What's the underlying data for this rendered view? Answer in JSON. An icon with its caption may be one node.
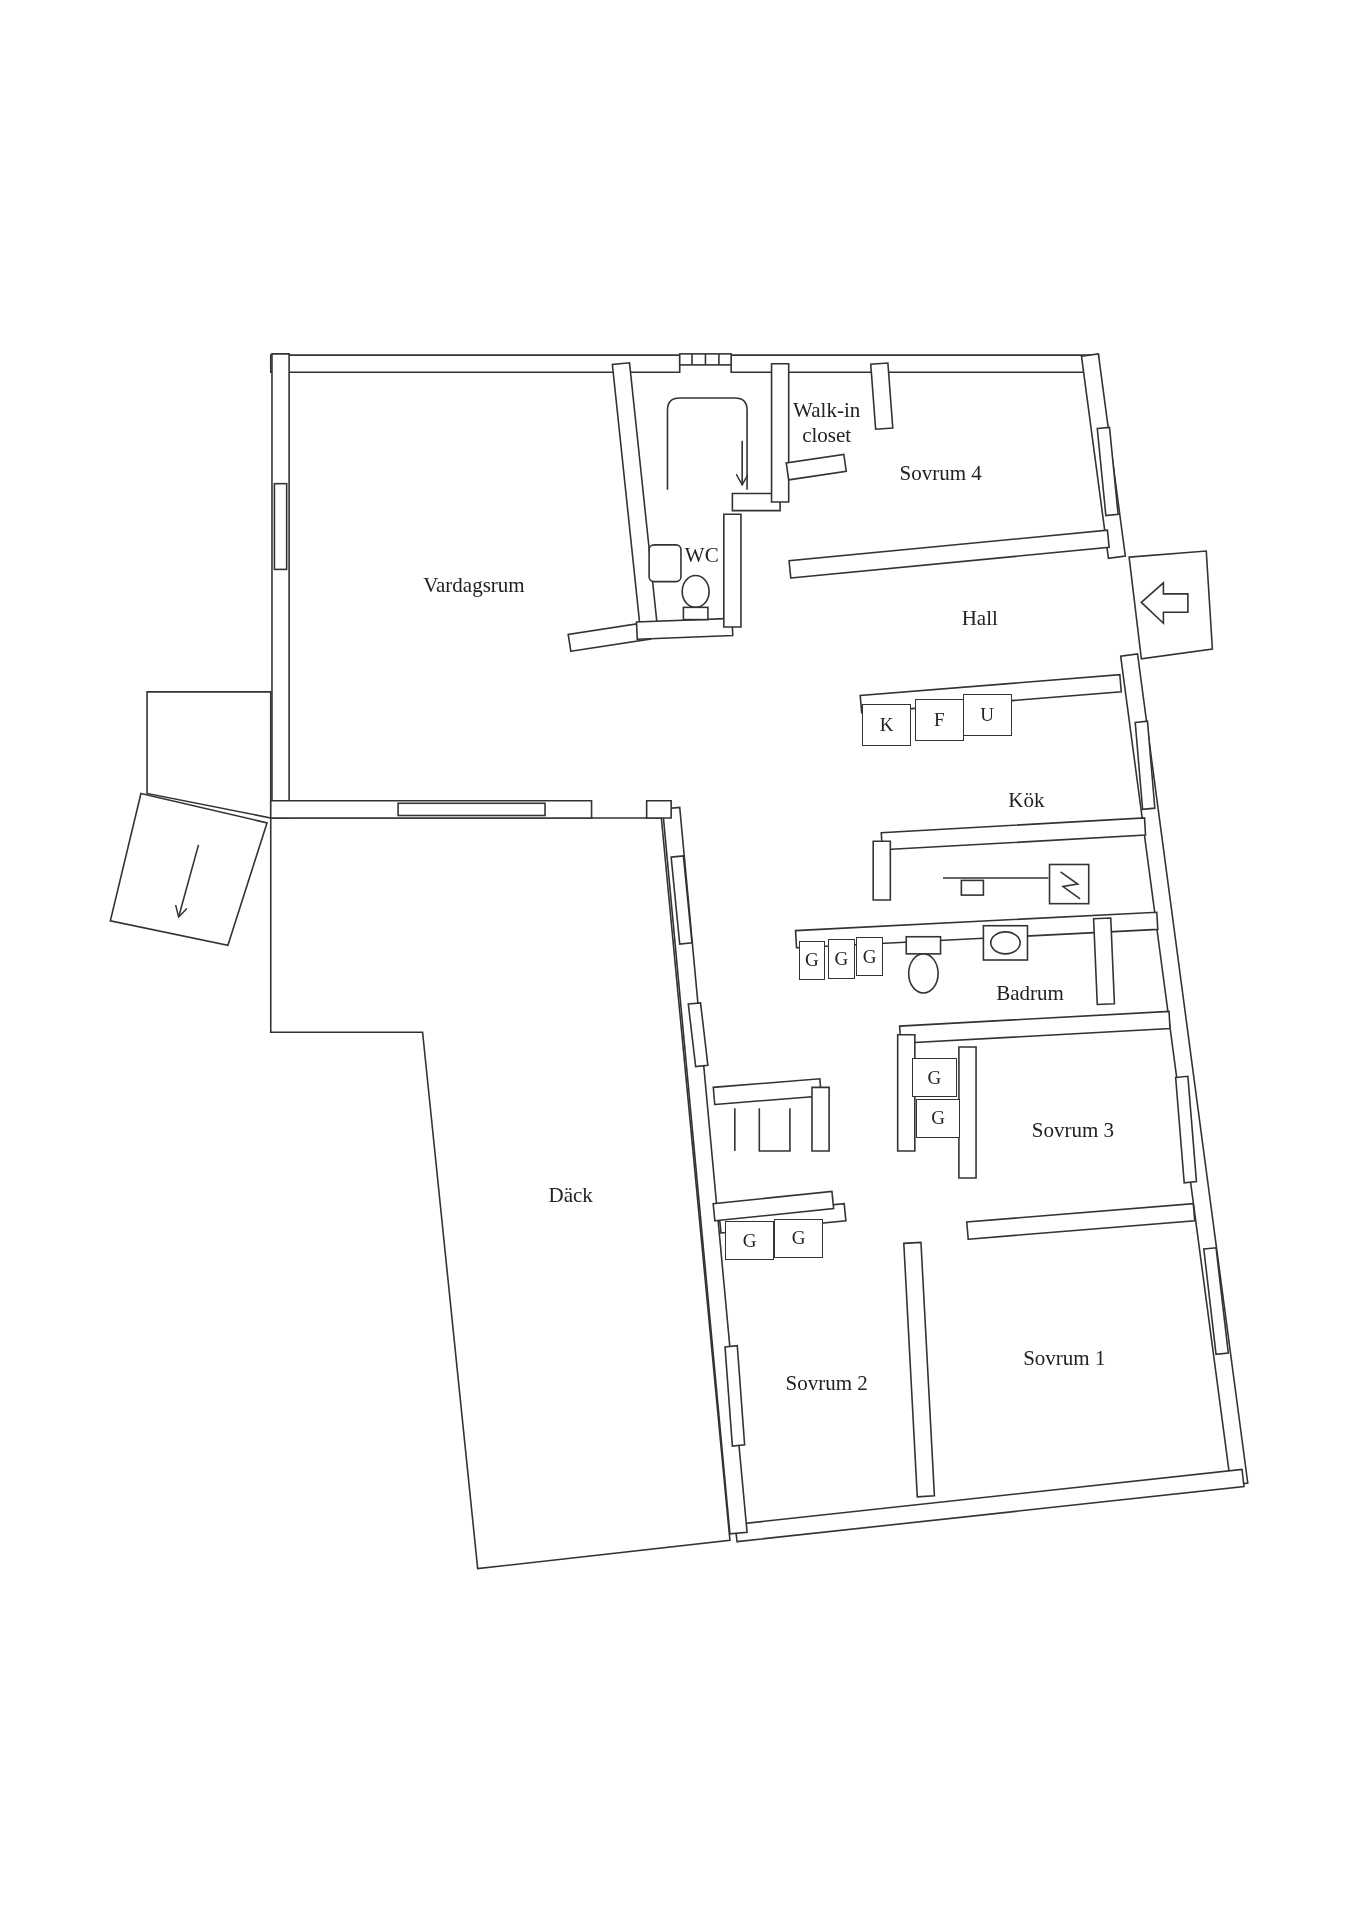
{
  "diagram": {
    "nodes": [
      {
        "text": [
          "Vardagsrum"
        ]
      },
      {
        "text": [
          "Walk-in closet"
        ]
      },
      {
        "text": [
          "Sovrum 4"
        ]
      },
      {
        "text": [
          "WC"
        ]
      },
      {
        "text": [
          "Hall"
        ]
      },
      {
        "text": [
          "K"
        ]
      },
      {
        "text": [
          "F"
        ]
      },
      {
        "text": [
          "U"
        ]
      },
      {
        "text": [
          "Kök"
        ]
      },
      {
        "text": [
          "G"
        ]
      },
      {
        "text": [
          "G"
        ]
      },
      {
        "text": [
          "G"
        ]
      },
      {
        "text": [
          "Badrum"
        ]
      },
      {
        "text": [
          "G"
        ]
      },
      {
        "text": [
          "G"
        ]
      },
      {
        "text": [
          "Sovrum 3"
        ]
      },
      {
        "text": [
          "Däck"
        ]
      },
      {
        "text": [
          "G"
        ]
      },
      {
        "text": [
          "G"
        ]
      },
      {
        "text": [
          "Sovrum 2"
        ]
      },
      {
        "text": [
          "Sovrum 1"
        ]
      }
    ]
  }
}
